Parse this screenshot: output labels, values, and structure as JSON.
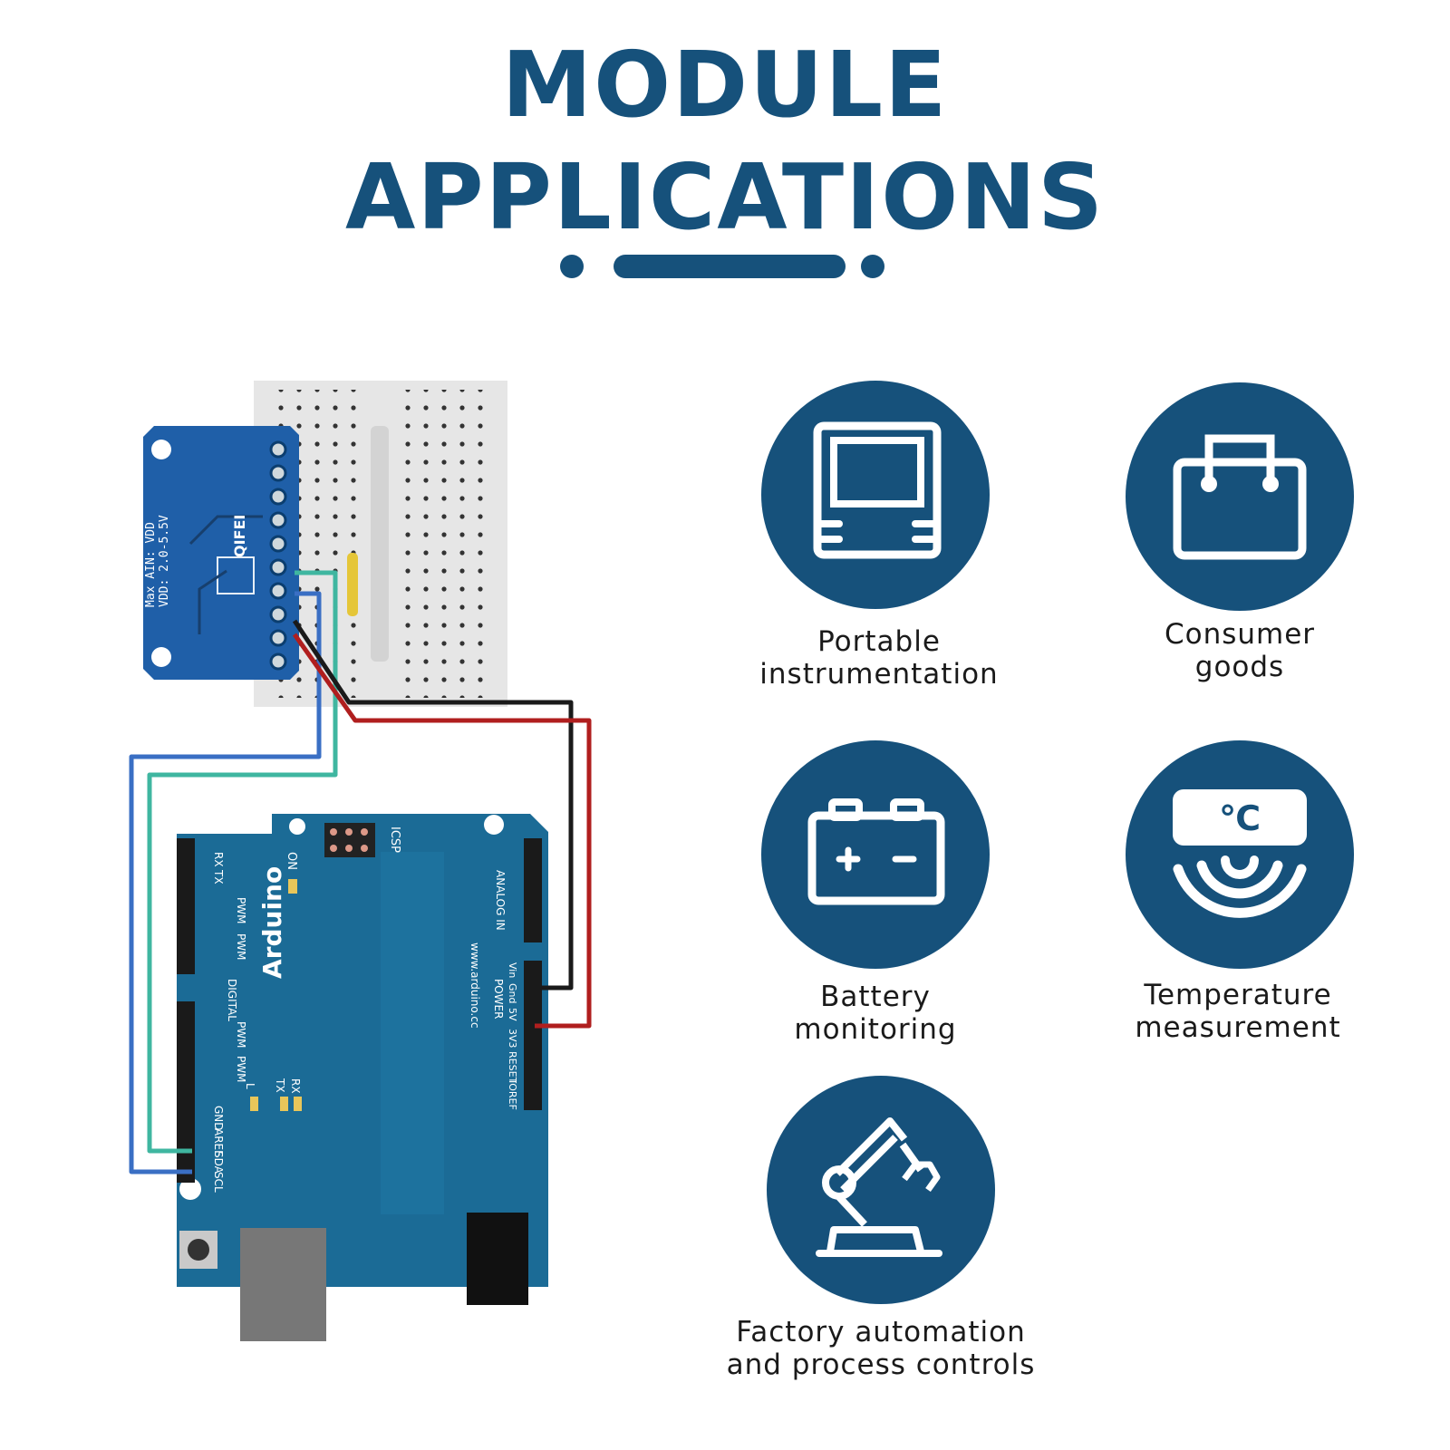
{
  "header": {
    "title_line1": "MODULE",
    "title_line2": "APPLICATIONS"
  },
  "colors": {
    "brand": "#16517b",
    "board": "#1b6b96",
    "module": "#1f5fa8",
    "wire_black": "#1a1a1a",
    "wire_red": "#b01e1e",
    "wire_blue": "#3a6fc4",
    "wire_green": "#3fb6a0"
  },
  "applications": [
    {
      "icon": "tablet-icon",
      "line1": "Portable",
      "line2": "instrumentation"
    },
    {
      "icon": "shopping-bag-icon",
      "line1": "Consumer",
      "line2": "goods"
    },
    {
      "icon": "battery-icon",
      "line1": "Battery",
      "line2": "monitoring"
    },
    {
      "icon": "thermometer-sensor-icon",
      "line1": "Temperature",
      "line2": "measurement",
      "badge": "℃"
    },
    {
      "icon": "robot-arm-icon",
      "line1": "Factory automation",
      "line2": "and process controls"
    }
  ],
  "diagram": {
    "module": {
      "brand": "QIFEI",
      "spec_line1": "Max AIN: VDD",
      "spec_line2": "VDD: 2.0-5.5V"
    },
    "arduino": {
      "name": "Arduino",
      "website": "www.arduino.cc",
      "icsp": "ICSP",
      "on": "ON",
      "header_digital": "DIGITAL",
      "header_analog": "ANALOG IN",
      "header_power": "POWER",
      "pin_tx": "TX",
      "pin_rx": "RX",
      "pin_l": "L",
      "pin_aref": "AREF",
      "pin_gnd": "GND",
      "pin_sda": "SDA",
      "pin_scl": "SCL",
      "pin_vin": "Vin",
      "pin_gnd2": "Gnd",
      "pin_5v": "5V",
      "pin_3v3": "3V3",
      "pin_reset": "RESET",
      "pin_ioref": "IOREF",
      "pwm": "PWM"
    }
  }
}
